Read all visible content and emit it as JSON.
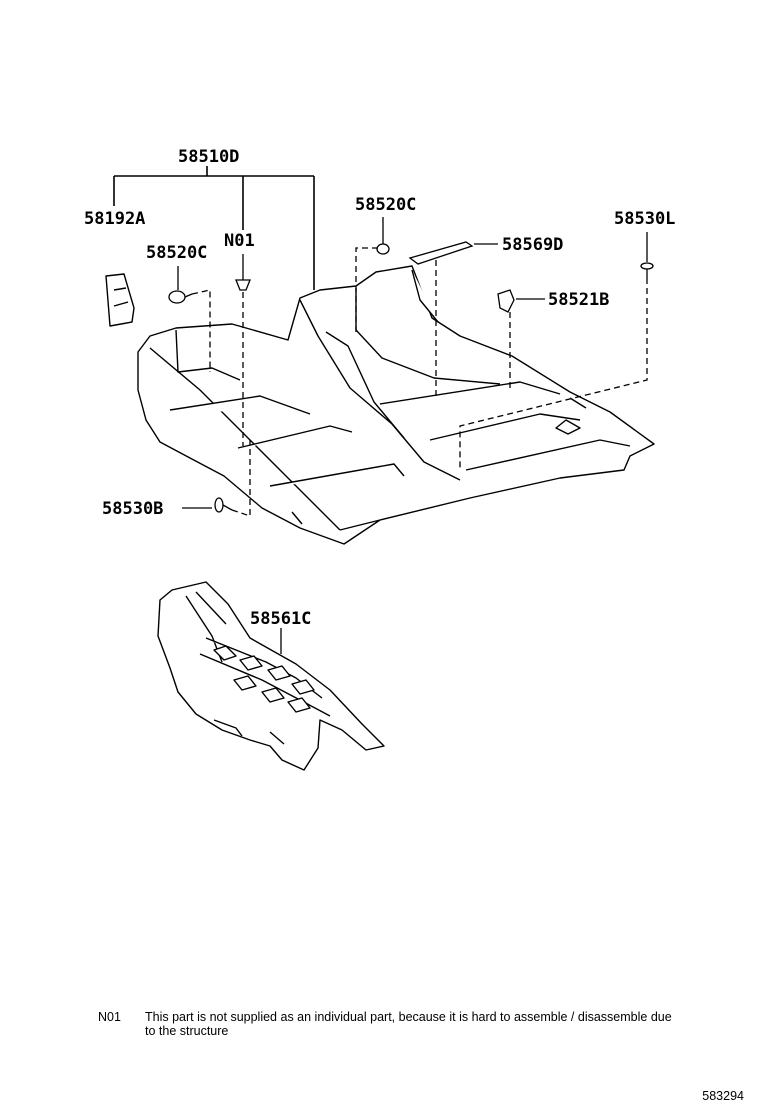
{
  "parts": {
    "main_carpet": "58510D",
    "duct_cover": "58192A",
    "clip_n01": "N01",
    "clip_left": "58520C",
    "clip_top": "58520C",
    "retainer_bar": "58569D",
    "hook": "58521B",
    "screw_right": "58530L",
    "screw_lower": "58530B",
    "rear_carpet": "58561C"
  },
  "note": {
    "code": "N01",
    "text": "This part is not supplied as an individual part, because it is hard to assemble / disassemble due to the structure"
  },
  "diagram_id": "583294"
}
